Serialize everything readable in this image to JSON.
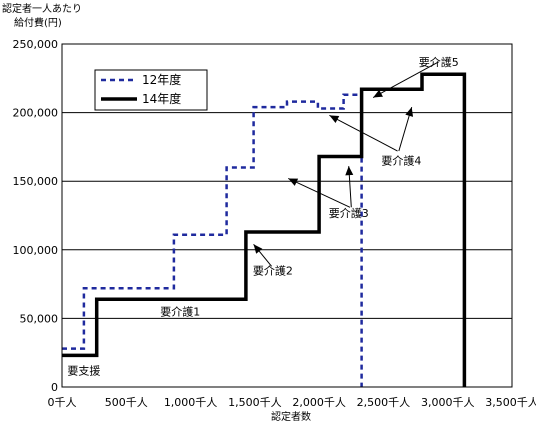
{
  "chart_data": {
    "type": "line",
    "ylabel_lines": [
      "認定者一人あたり",
      "給付費(円)"
    ],
    "xlabel": "認定者数",
    "xlim": [
      0,
      3500
    ],
    "ylim": [
      0,
      250000
    ],
    "xticks": [
      0,
      500,
      1000,
      1500,
      2000,
      2500,
      3000,
      3500
    ],
    "xtick_labels": [
      "0千人",
      "500千人",
      "1,000千人",
      "1,500千人",
      "2,000千人",
      "2,500千人",
      "3,000千人",
      "3,500千人"
    ],
    "yticks": [
      0,
      50000,
      100000,
      150000,
      200000,
      250000
    ],
    "ytick_labels": [
      "0",
      "50,000",
      "100,000",
      "150,000",
      "200,000",
      "250,000"
    ],
    "grid": "horizontal",
    "legend": "top-left",
    "series": [
      {
        "name": "12年度",
        "style": "dashed",
        "color": "#1f2a9e",
        "x": [
          0,
          170,
          170,
          870,
          870,
          1280,
          1280,
          1490,
          1490,
          1750,
          1750,
          1990,
          1990,
          2190,
          2190,
          2330,
          2330
        ],
        "y": [
          28000,
          28000,
          72000,
          72000,
          111000,
          111000,
          160000,
          160000,
          204000,
          204000,
          208000,
          208000,
          203000,
          203000,
          213000,
          213000,
          0
        ]
      },
      {
        "name": "14年度",
        "style": "solid",
        "color": "#000000",
        "x": [
          0,
          270,
          270,
          1430,
          1430,
          2000,
          2000,
          2330,
          2330,
          2800,
          2800,
          3130,
          3130
        ],
        "y": [
          23000,
          23000,
          64000,
          64000,
          113000,
          113000,
          168000,
          168000,
          217000,
          217000,
          228000,
          228000,
          0
        ]
      }
    ],
    "annotations": [
      {
        "text": "要支援",
        "x": 170,
        "y": 12000
      },
      {
        "text": "要介護1",
        "x": 920,
        "y": 55000
      },
      {
        "text": "要介護2",
        "x": 1640,
        "y": 85000
      },
      {
        "text": "要介護3",
        "x": 2230,
        "y": 127000
      },
      {
        "text": "要介護4",
        "x": 2640,
        "y": 165000
      },
      {
        "text": "要介護5",
        "x": 2930,
        "y": 237000
      }
    ],
    "arrows": [
      {
        "from": [
          1630,
          88000
        ],
        "to": [
          1490,
          104000
        ]
      },
      {
        "from": [
          2240,
          131000
        ],
        "to": [
          1760,
          152000
        ]
      },
      {
        "from": [
          2250,
          131000
        ],
        "to": [
          2230,
          161000
        ]
      },
      {
        "from": [
          2610,
          172000
        ],
        "to": [
          2080,
          198000
        ]
      },
      {
        "from": [
          2620,
          172000
        ],
        "to": [
          2720,
          204000
        ]
      },
      {
        "from": [
          2930,
          237000
        ],
        "to": [
          2420,
          211000
        ]
      }
    ]
  }
}
